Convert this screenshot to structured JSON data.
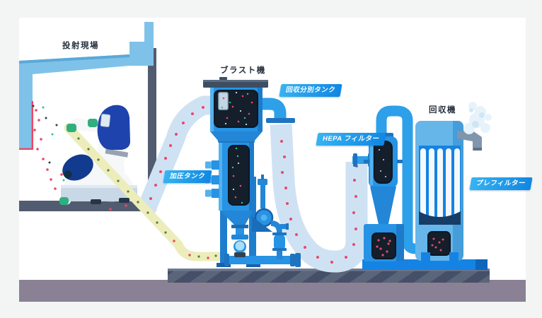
{
  "scene": {
    "labels": {
      "site": "投射現場",
      "blast_machine": "ブラスト機",
      "recovery_machine": "回収機"
    },
    "badges": {
      "separation_tank": "回収分別タンク",
      "pressure_tank": "加圧タンク",
      "hepa_filter": "HEPA フィルター",
      "pre_filter": "プレフィルター"
    },
    "colors": {
      "machine_blue": "#2793e4",
      "accent_blue": "#1583e3",
      "pipe_blue": "#2e9fe9",
      "flange_blue": "#1e74c0",
      "light_duct": "#cfe2f3",
      "roof_blue": "#7fc2e9",
      "window_dark": "#141f2b",
      "badge_gradient_start": "#38b4f2",
      "badge_gradient_end": "#0f86e2",
      "hose_yellow": "#ecedbb",
      "particle_red": "#e8486d",
      "particle_teal": "#2ec3a3",
      "hose_dot_green": "#5d7c37",
      "worker_suit": "#f5f7f9",
      "worker_hood": "#1e43ad",
      "glove_green": "#2fae7e",
      "ground_purple": "#8b8195",
      "platform_slate": "#5a6579",
      "wall_slate": "#525c70",
      "danger_red": "#ef4562",
      "steam_white": "#e7f3fb"
    }
  }
}
